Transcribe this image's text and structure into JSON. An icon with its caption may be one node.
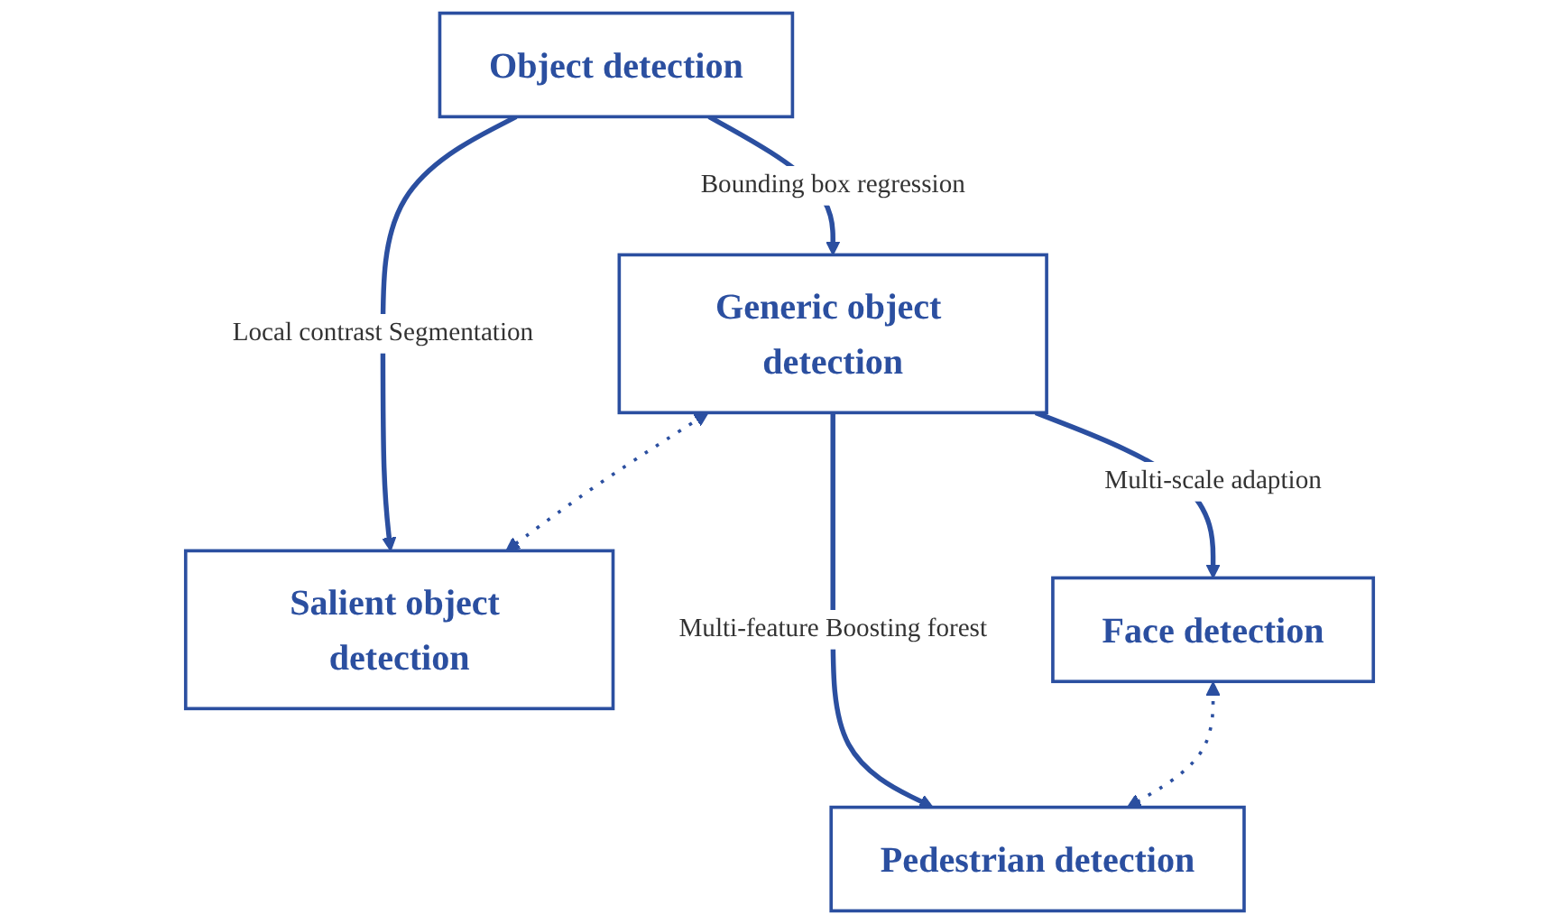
{
  "diagram": {
    "nodes": [
      {
        "text": [
          "Object detection"
        ]
      },
      {
        "text": [
          "Generic object detection"
        ]
      },
      {
        "text": [
          "Salient object detection"
        ]
      },
      {
        "text": [
          "Face detection"
        ]
      },
      {
        "text": [
          "Pedestrian detection"
        ]
      }
    ],
    "edges": [
      {
        "from": 0,
        "to": 1,
        "arrow": "to",
        "label": "Bounding box regression"
      },
      {
        "from": 0,
        "to": 2,
        "arrow": "to",
        "label": "Local contrast Segmentation"
      },
      {
        "from": 1,
        "to": 2,
        "arrow": "both",
        "style": "dashed"
      },
      {
        "from": 1,
        "to": 3,
        "arrow": "to",
        "label": "Multi-scale adaption"
      },
      {
        "from": 1,
        "to": 4,
        "arrow": "to",
        "label": "Multi-feature Boosting forest"
      },
      {
        "from": 3,
        "to": 4,
        "arrow": "both",
        "style": "dashed"
      }
    ]
  }
}
